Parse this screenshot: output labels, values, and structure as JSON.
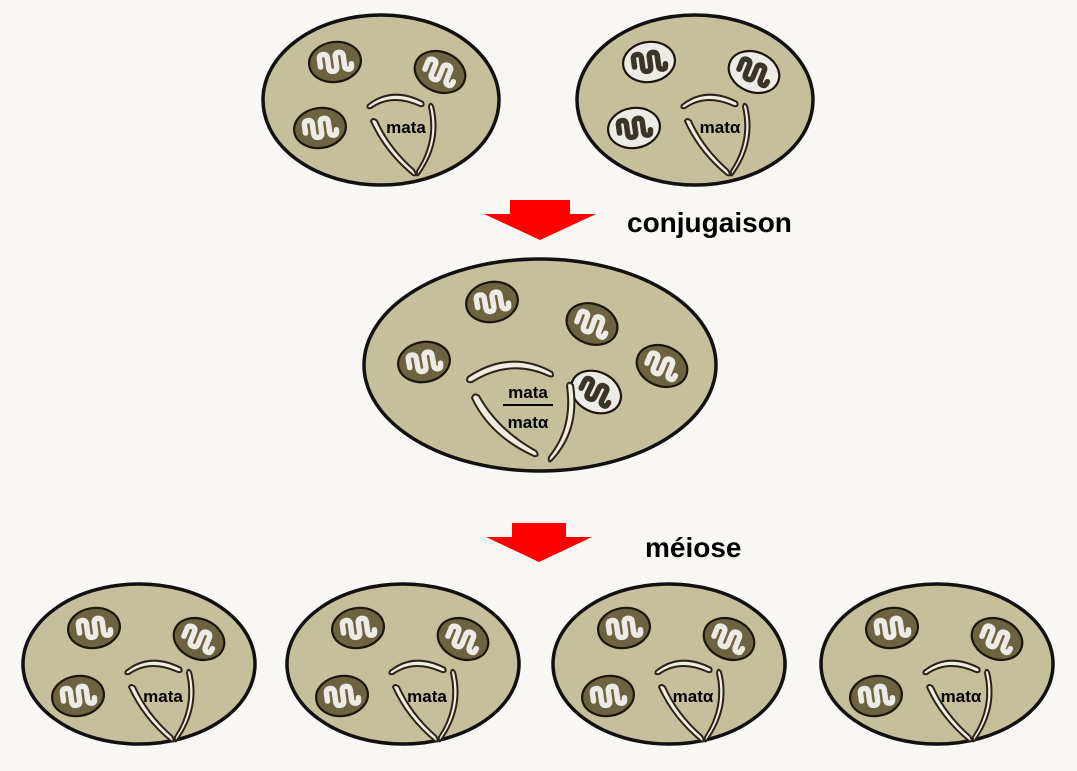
{
  "colors": {
    "background": "#f8f7f4",
    "cell_fill": "#c6bf9b",
    "cell_border": "#111111",
    "mito_dark_fill": "#6e6340",
    "mito_light_fill": "#ecebe6",
    "cristae": "#ecebe6",
    "chromosome_fill": "#f0ecdf",
    "arrow": "#ff0000"
  },
  "icons": {
    "mitochondrion": "mitochondrion-icon",
    "chromosome": "chromosome-icon",
    "arrow": "arrow-down-icon"
  },
  "parents": [
    {
      "mating_type": "mata",
      "mitochondria": "dark"
    },
    {
      "mating_type": "matα",
      "mitochondria": "light"
    }
  ],
  "steps": {
    "conjugation": "conjugaison",
    "meiosis": "méiose"
  },
  "diploid": {
    "top_allele": "mata",
    "bottom_allele": "matα",
    "mitochondria": "dark, one light"
  },
  "spores": [
    {
      "mating_type": "mata"
    },
    {
      "mating_type": "mata"
    },
    {
      "mating_type": "matα"
    },
    {
      "mating_type": "matα"
    }
  ]
}
